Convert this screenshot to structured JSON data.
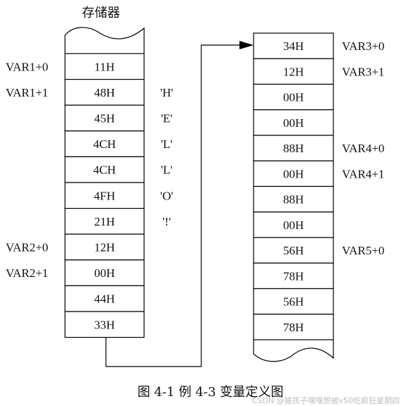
{
  "header": "存储器",
  "caption": "图 4-1   例 4-3 变量定义图",
  "watermark": "CSDN @猿孩子嘿嘿想被v50吃疯狂星期四",
  "left_column": {
    "cells": [
      "11H",
      "48H",
      "45H",
      "4CH",
      "4CH",
      "4FH",
      "21H",
      "12H",
      "00H",
      "44H",
      "33H"
    ],
    "labels": [
      {
        "row": 0,
        "text": "VAR1+0"
      },
      {
        "row": 1,
        "text": "VAR1+1"
      },
      {
        "row": 7,
        "text": "VAR2+0"
      },
      {
        "row": 8,
        "text": "VAR2+1"
      }
    ],
    "chars": [
      {
        "row": 1,
        "text": "'H'"
      },
      {
        "row": 2,
        "text": "'E'"
      },
      {
        "row": 3,
        "text": "'L'"
      },
      {
        "row": 4,
        "text": "'L'"
      },
      {
        "row": 5,
        "text": "'O'"
      },
      {
        "row": 6,
        "text": "'!'"
      }
    ]
  },
  "right_column": {
    "cells": [
      "34H",
      "12H",
      "00H",
      "00H",
      "88H",
      "00H",
      "88H",
      "00H",
      "56H",
      "78H",
      "56H",
      "78H"
    ],
    "labels": [
      {
        "row": 0,
        "text": "VAR3+0"
      },
      {
        "row": 1,
        "text": "VAR3+1"
      },
      {
        "row": 4,
        "text": "VAR4+0"
      },
      {
        "row": 5,
        "text": "VAR4+1"
      },
      {
        "row": 8,
        "text": "VAR5+0"
      }
    ]
  }
}
